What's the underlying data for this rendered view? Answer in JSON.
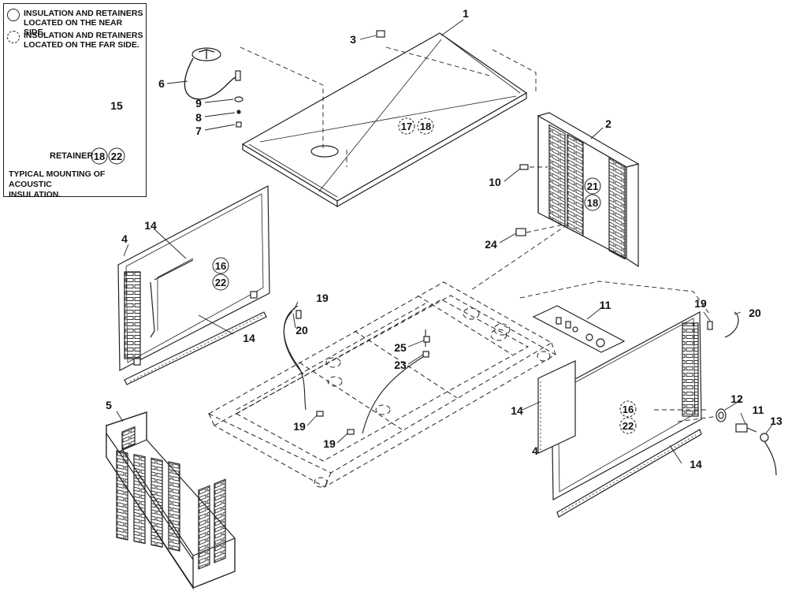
{
  "legend": {
    "near_side": "INSULATION AND RETAINERS\nLOCATED ON THE NEAR SIDE.",
    "far_side": "INSULATION AND RETAINERS\nLOCATED ON THE FAR SIDE."
  },
  "inset": {
    "retainer_label": "RETAINER",
    "retainer_refs": [
      "18",
      "22"
    ],
    "part_15": "15",
    "caption": "TYPICAL MOUNTING OF ACOUSTIC\nINSULATION."
  },
  "callouts": {
    "c1": "1",
    "c2": "2",
    "c3": "3",
    "c4a": "4",
    "c4b": "4",
    "c5": "5",
    "c6": "6",
    "c7": "7",
    "c8": "8",
    "c9": "9",
    "c10": "10",
    "c11a": "11",
    "c11b": "11",
    "c12": "12",
    "c13": "13",
    "c14a": "14",
    "c14b": "14",
    "c14c": "14",
    "c14d": "14",
    "c19a": "19",
    "c19b": "19",
    "c19c": "19",
    "c19d": "19",
    "c20a": "20",
    "c20b": "20",
    "c23": "23",
    "c24": "24",
    "c25": "25"
  },
  "insulation_refs": {
    "top_cover": [
      "17",
      "18"
    ],
    "right_panel": [
      "21",
      "18"
    ],
    "left_side_panel": [
      "16",
      "22"
    ],
    "right_side_panel": [
      "16",
      "22"
    ]
  }
}
